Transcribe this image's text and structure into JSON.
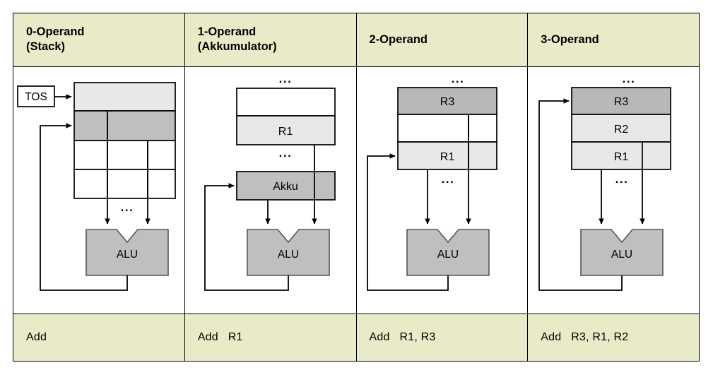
{
  "figure": {
    "title": "Operand count instruction formats",
    "palette": {
      "header_bg": "#e9ebc8",
      "footer_bg": "#e9ebc8",
      "cell_bg": "#ffffff",
      "light_gray": "#e8e8e8",
      "mid_gray": "#bfbfbf",
      "dark_gray": "#b8b8b8",
      "line": "#000000",
      "text": "#000000"
    },
    "columns": [
      {
        "id": "zero-operand",
        "header": "0-Operand\n(Stack)",
        "instruction": "Add",
        "alu_label": "ALU",
        "ellipsis": "...",
        "tos_label": "TOS",
        "stack_cells": [
          {
            "label": "",
            "fill": "light"
          },
          {
            "label": "",
            "fill": "mid"
          },
          {
            "label": "",
            "fill": "white"
          },
          {
            "label": "",
            "fill": "white"
          }
        ]
      },
      {
        "id": "one-operand",
        "header": "1-Operand\n(Akkumulator)",
        "instruction": "Add   R1",
        "alu_label": "ALU",
        "ellipsis": "...",
        "accumulator_label": "Akku",
        "registers": [
          {
            "label": "",
            "fill": "white"
          },
          {
            "label": "R1",
            "fill": "light"
          }
        ]
      },
      {
        "id": "two-operand",
        "header": "2-Operand",
        "instruction": "Add   R1, R3",
        "alu_label": "ALU",
        "ellipsis": "...",
        "registers": [
          {
            "label": "R3",
            "fill": "dark"
          },
          {
            "label": "",
            "fill": "white"
          },
          {
            "label": "R1",
            "fill": "light"
          }
        ]
      },
      {
        "id": "three-operand",
        "header": "3-Operand",
        "instruction": "Add   R3, R1, R2",
        "alu_label": "ALU",
        "ellipsis": "...",
        "registers": [
          {
            "label": "R3",
            "fill": "dark"
          },
          {
            "label": "R2",
            "fill": "light"
          },
          {
            "label": "R1",
            "fill": "light"
          }
        ]
      }
    ]
  }
}
